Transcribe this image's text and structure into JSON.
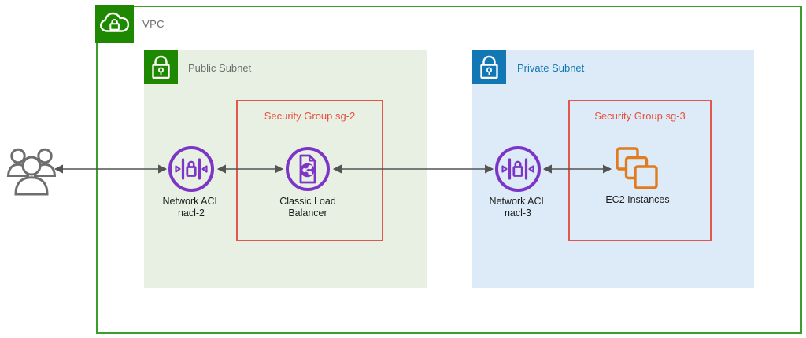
{
  "diagram_type": "aws-vpc-network-architecture",
  "vpc": {
    "label": "VPC"
  },
  "public_subnet": {
    "label": "Public Subnet"
  },
  "private_subnet": {
    "label": "Private Subnet"
  },
  "security_group_2": {
    "label": "Security Group sg-2"
  },
  "security_group_3": {
    "label": "Security Group sg-3"
  },
  "nodes": {
    "users": {
      "icon": "users-icon"
    },
    "nacl2": {
      "icon": "network-acl-icon",
      "label_line1": "Network ACL",
      "label_line2": "nacl-2"
    },
    "clb": {
      "icon": "classic-load-balancer-icon",
      "label_line1": "Classic Load",
      "label_line2": "Balancer"
    },
    "nacl3": {
      "icon": "network-acl-icon",
      "label_line1": "Network ACL",
      "label_line2": "nacl-3"
    },
    "ec2": {
      "icon": "ec2-instances-icon",
      "label": "EC2 Instances"
    }
  },
  "connections": [
    {
      "from": "users",
      "to": "network-acl-nacl-2",
      "bidirectional": true
    },
    {
      "from": "network-acl-nacl-2",
      "to": "classic-load-balancer",
      "bidirectional": true
    },
    {
      "from": "classic-load-balancer",
      "to": "network-acl-nacl-3",
      "bidirectional": true
    },
    {
      "from": "network-acl-nacl-3",
      "to": "ec2-instances",
      "bidirectional": true
    }
  ],
  "colors": {
    "vpc_border": "#3C9D2F",
    "vpc_icon_bg": "#1E8900",
    "public_subnet_bg": "#E7F0E3",
    "public_subnet_icon_bg": "#1E8900",
    "private_subnet_bg": "#DCEBF7",
    "private_subnet_icon_bg": "#1178B5",
    "private_subnet_label_text": "#1178B5",
    "security_group_border": "#E2574C",
    "security_group_label_text": "#E8503E",
    "network_acl_purple": "#7D35C7",
    "load_balancer_purple": "#7D35C7",
    "ec2_orange": "#E07C1F",
    "arrow_gray": "#545454",
    "users_gray": "#6E6E6E",
    "node_label_text": "#1D1D1D",
    "vpc_label_text": "#6B6F6B"
  }
}
